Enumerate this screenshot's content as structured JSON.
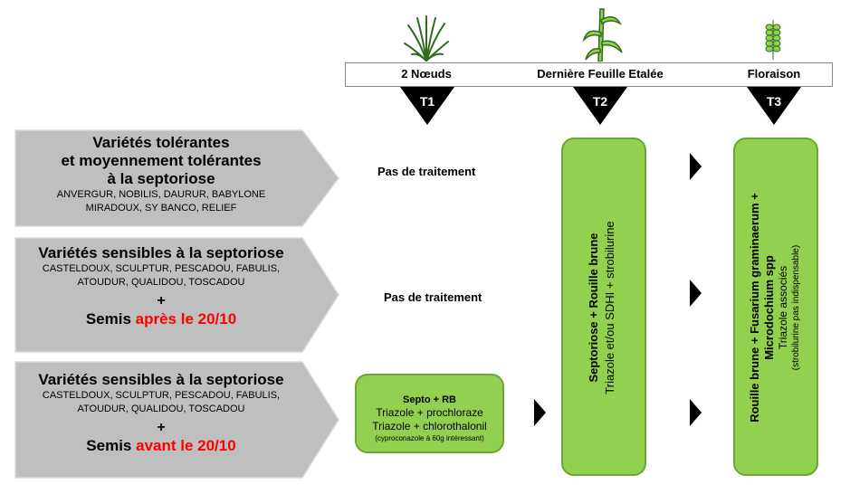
{
  "stages": [
    {
      "label": "2 Nœuds",
      "tag": "T1"
    },
    {
      "label": "Dernière Feuille Etalée",
      "tag": "T2"
    },
    {
      "label": "Floraison",
      "tag": "T3"
    }
  ],
  "rows": [
    {
      "title_lines": [
        "Variétés tolérantes",
        "et moyennement tolérantes",
        "à la septoriose"
      ],
      "varieties_lines": [
        "ANVERGUR, NOBILIS, DAURUR, BABYLONE",
        "MIRADOUX, SY BANCO, RELIEF"
      ],
      "t1_text": "Pas de traitement"
    },
    {
      "title_lines": [
        "Variétés sensibles à la septoriose"
      ],
      "varieties_lines": [
        "CASTELDOUX, SCULPTUR, PESCADOU, FABULIS,",
        "ATOUDUR, QUALIDOU, TOSCADOU"
      ],
      "plus": "+",
      "semis_prefix": "Semis ",
      "semis_highlight": "après le 20/10",
      "t1_text": "Pas de traitement"
    },
    {
      "title_lines": [
        "Variétés sensibles à la septoriose"
      ],
      "varieties_lines": [
        "CASTELDOUX, SCULPTUR, PESCADOU, FABULIS,",
        "ATOUDUR, QUALIDOU, TOSCADOU"
      ],
      "plus": "+",
      "semis_prefix": "Semis ",
      "semis_highlight": "avant le 20/10",
      "t1_box": {
        "title": "Septo + RB",
        "line1": "Triazole + prochloraze",
        "line2": "Triazole + chlorothalonil",
        "note": "(cyproconazole à 60g intéressant)"
      }
    }
  ],
  "t2_box": {
    "line1": "Septoriose + Rouille brune",
    "line2": "Triazole et/ou SDHI + strobilurine"
  },
  "t3_box": {
    "line1": "Rouille brune + Fusarium graminaerum +",
    "line2": "Microdochium spp",
    "line3": "Triazole associés",
    "line4": "(strobilurine pas indispensable)"
  },
  "colors": {
    "green_fill": "#92d050",
    "green_border": "#6aa632",
    "grey_arrow": "#bfbfbf",
    "highlight": "#ff0000"
  },
  "icons": [
    "wheat-tillering-icon",
    "wheat-flag-leaf-icon",
    "wheat-ear-icon"
  ]
}
